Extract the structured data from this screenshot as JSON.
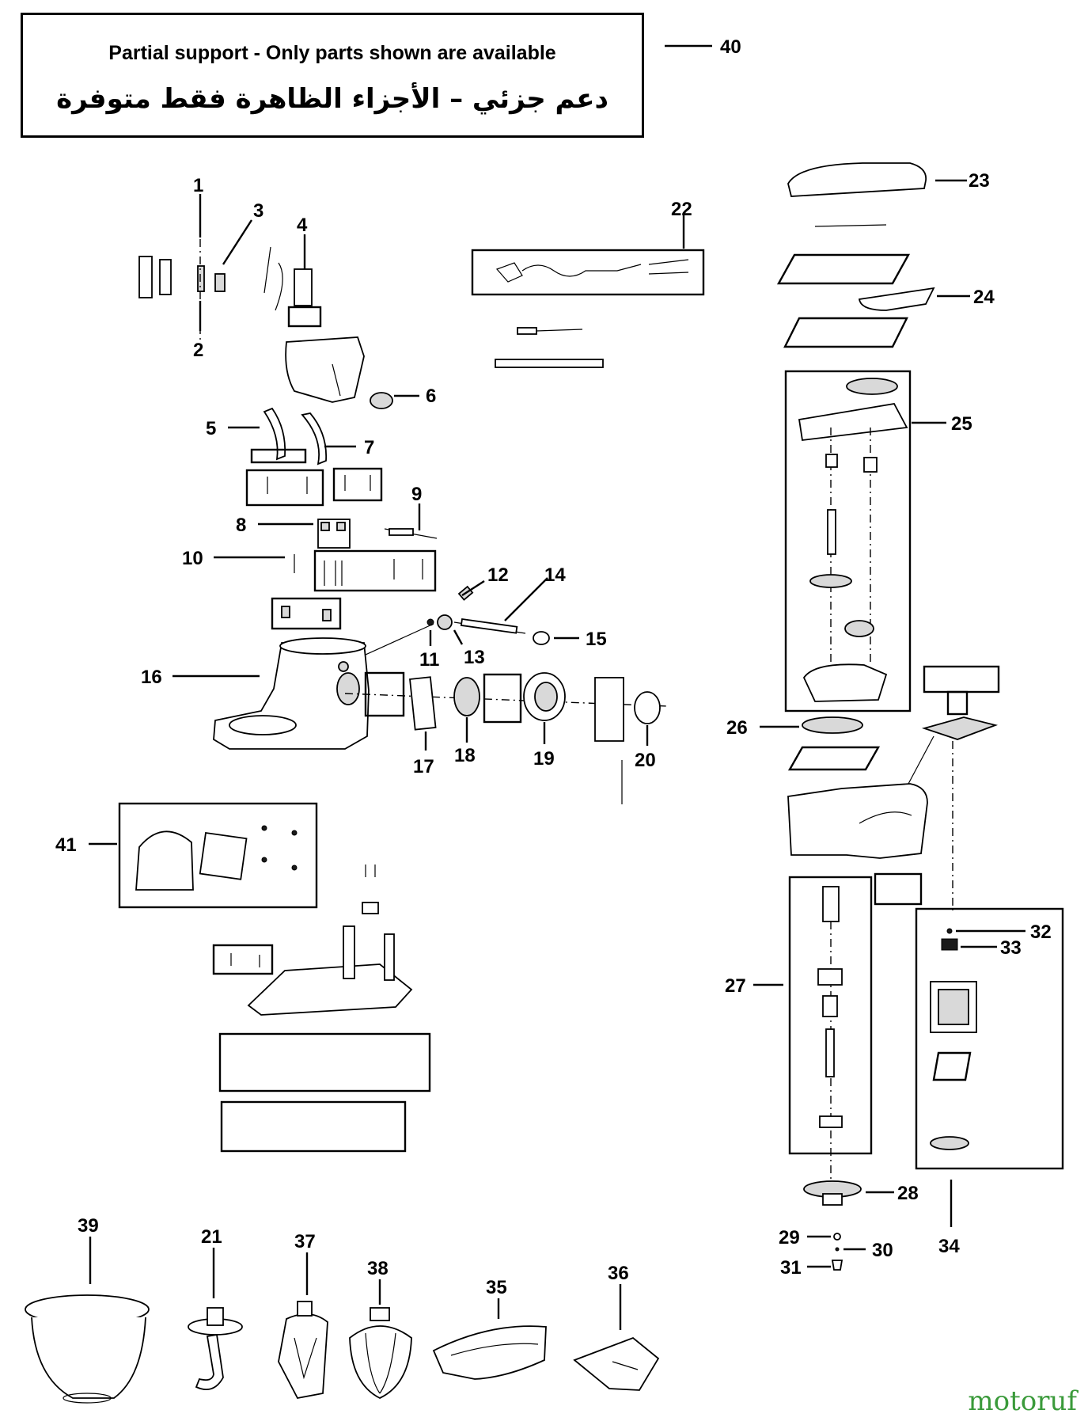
{
  "notice": {
    "english": "Partial support - Only parts shown are available",
    "arabic": "دعم جزئي – الأجزاء الظاهرة فقط متوفرة"
  },
  "watermark": {
    "prefix": "motoruf",
    "suffix": "",
    "colors": {
      "text": "#3a9a3a",
      "accent": "#1e6fc4"
    }
  },
  "callouts": {
    "c1": "1",
    "c2": "2",
    "c3": "3",
    "c4": "4",
    "c5": "5",
    "c6": "6",
    "c7": "7",
    "c8": "8",
    "c9": "9",
    "c10": "10",
    "c11": "11",
    "c12": "12",
    "c13": "13",
    "c14": "14",
    "c15": "15",
    "c16": "16",
    "c17": "17",
    "c18": "18",
    "c19": "19",
    "c20": "20",
    "c21": "21",
    "c22": "22",
    "c23": "23",
    "c24": "24",
    "c25": "25",
    "c26": "26",
    "c27": "27",
    "c28": "28",
    "c29": "29",
    "c30": "30",
    "c31": "31",
    "c32": "32",
    "c33": "33",
    "c34": "34",
    "c35": "35",
    "c36": "36",
    "c37": "37",
    "c38": "38",
    "c39": "39",
    "c40": "40",
    "c41": "41"
  }
}
